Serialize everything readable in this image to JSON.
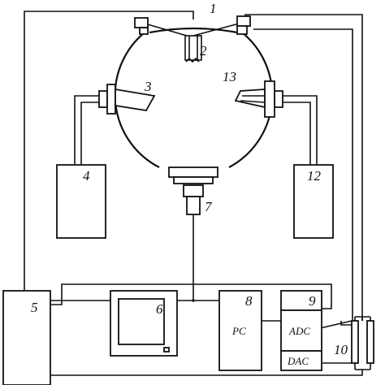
{
  "labels": {
    "n1": "1",
    "n2": "2",
    "n3": "3",
    "n4": "4",
    "n5": "5",
    "n6": "6",
    "n7": "7",
    "n8": "8",
    "n9": "9",
    "n10": "10",
    "n12": "12",
    "n13": "13",
    "pc": "PC",
    "adc": "ADC",
    "dac": "DAC"
  },
  "colors": {
    "line": "#111111",
    "background": "#ffffff"
  }
}
